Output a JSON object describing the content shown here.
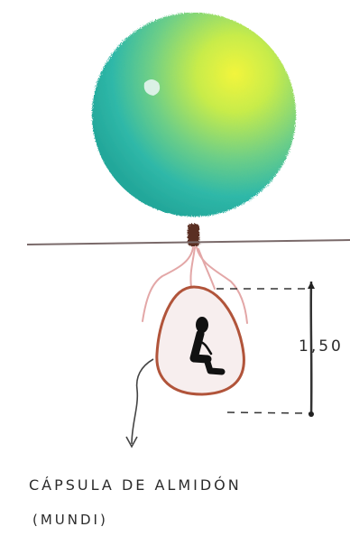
{
  "dimension": {
    "label": "1,50"
  },
  "caption": {
    "line1": "CÁPSULA DE ALMIDÓN",
    "line2": "(MUNDI)"
  },
  "colors": {
    "paper": "#ffffff",
    "tree_canopy_light": "#e8f23a",
    "tree_canopy_mid": "#8fd56a",
    "tree_canopy_dark": "#2fb8a8",
    "trunk": "#5a2e22",
    "ground_line": "#7a6a6a",
    "roots": "#e3a7a7",
    "capsule_outline": "#b1543a",
    "figure": "#111111",
    "ink": "#222222"
  }
}
